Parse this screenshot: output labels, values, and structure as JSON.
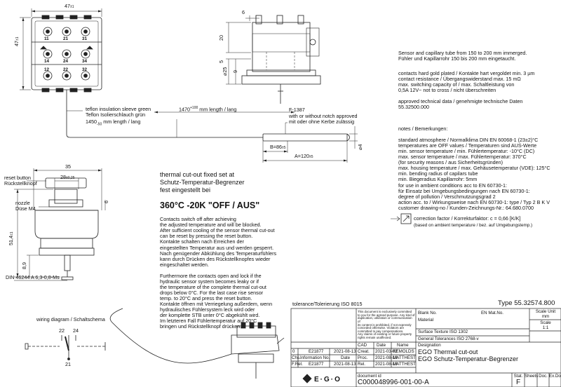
{
  "drawing_title": "",
  "dimensions": {
    "top_width": "47",
    "top_width_tol": "±1",
    "side_height": "47",
    "side_height_tol": "±1",
    "dim_6": "6",
    "dim_20": "20",
    "dim_5": "5",
    "dim_25": "25",
    "dim_9": "9",
    "dim_35": "35",
    "dim_28": "28",
    "dim_28_tol": "±0,25",
    "dim_6b": "6",
    "dim_51": "51,4",
    "dim_51_tol": "±1",
    "dim_89": "8,9",
    "dim_4": "4",
    "dim_B": "B=86",
    "dim_B_tol": "±5",
    "dim_A": "A=120",
    "dim_A_tol": "±5",
    "dim_phi": "⌀4"
  },
  "terminals": [
    "11",
    "21",
    "31",
    "14",
    "24",
    "34",
    "12",
    "22",
    "32"
  ],
  "capillary": {
    "length_prefix": "1470",
    "length_tol": "+100",
    "length_suffix": "mm length / lang",
    "sleeve_line1": "teflon insulation sleeve green",
    "sleeve_line2": "Teflon Isolierschlauch grün",
    "sleeve_len": "1450",
    "sleeve_tol": "-50",
    "sleeve_suffix": "mm length / lang",
    "f_code": "F-1387",
    "f_line1": "with or without notch approved",
    "f_line2": "mit oder ohne Kerbe zulässig"
  },
  "front_labels": {
    "reset_line1": "reset button",
    "reset_line2": "Rückstellknopf",
    "nozzle_line1": "nozzle",
    "nozzle_line2": "Düse M4",
    "din": "DIN 46244 A 6,3-0,8-Ms"
  },
  "cutout": {
    "title_line1": "thermal cut-out fixed set at",
    "title_line2": "Schutz-Temperatur-Begrenzer",
    "title_line3": "fest eingestellt bei",
    "setting": "360°C -20K \"OFF / AUS\"",
    "paragraph1": "Contacts switch off after achieving\nthe adjusted temperature and will be blocked.\nAfter sufficient cooling of the sensor thermal cut-out\ncan be reset by pressing the reset button.\nKontakte schalten nach Erreichen der\neingestellten Temperatur aus und werden gesperrt.\nNach genügender Abkühlung des Temperaturfühlers\nkann durch Drücken des Rückstellknopfes wieder\neingeschaltet werden.",
    "paragraph2": "Furthermore the contacts open and lock if the\nhydraulic sensor system becomes leaky or if\nthe temperature of the complete thermal cut-out\ndrops below 0°C. For the last case rise sensor\ntemp. to 20°C and press the reset button.\nKontakte öffnen mit Verriegelung außerdem, wenn\nhydraulisches Fühlersystem leck wird oder\nder komplette STB unter 0°C abgekühlt wird.\nIm letzteren Fall Fühlertemperatur auf 20°C\nbringen und Rückstellknopf drücken."
  },
  "wiring": {
    "title": "wiring diagram / Schaltschema",
    "t22": "22",
    "t24": "24",
    "t21": "21"
  },
  "right_notes": {
    "sensor": "Sensor and capillary tube from 150 to 200 mm immerged.\nFühler und Kapillarrohr 150 bis 200 mm eingetaucht.",
    "contacts": "contacts hard gold plated / Kontakte hart vergoldet min. 3 µm\ncontact resistance / Übergangswiderstand max. 15 mΩ\nmax. switching capacity of / max. Schaltleistung von\n0,5A 12V~ not to cross / nicht überschreiten",
    "approved": "approved technical data / genehmigte technische Daten\n55.32500.000",
    "notes_title": "notes / Bemerkungen:",
    "notes_body": "standard atmosphere / Normalklima DIN EN 60068-1 (23±2)°C\ntemperatures are OFF values / Temperaturen sind AUS-Werte\nmin. sensor temperature / min. Fühlertemperatur: -10°C (DC)\nmax. sensor temperature / max. Fühlertemperatur: 370°C\n(for security reasons / aus Sicherheitsgründen)\nmax. housing temperature / max. Gehäusetemperatur (VDE): 125°C\nmin. bending radius of capilars tube\nmin. Biegeradius Kapillarrohr: 5mm\nfor use in ambient conditions acc to EN 60730-1:\nfür Einsatz bei Umgebungsbedingungen nach EN 60730-1:\ndegree of pollution / Verschmutzungsgrad 2\naction acc. to / Wirkungsweise nach EN 60730-1: type / Typ 2 B K V\ncustomer drawing-no / Kunden-Zeichnungs-Nr.: 64.680.0700",
    "corr_line1": "correction factor / Korrekturfaktor: c = 0,66 [K/K]",
    "corr_line2": "(based on ambient temperature / bez. auf Umgebungstemp.)"
  },
  "title_block": {
    "tolerance": "tolerance/Tolerierung ISO 8015",
    "type": "Type 55.32574.800",
    "disclaimer": "This document is exclusively committed\nto you for the agreed purpose. Any kind of\nduplication, utilization or communication of\nits content is prohibited, if not expressly\nconceded otherwise. Violators are\ncommitted to pay compensations.\nAny claims of existing or future property\nrights remain unaffected.",
    "blank_no": "Blank No.",
    "material": "Material",
    "en_mat": "EN Mat.No.",
    "scale_unit_label": "Scale Unit",
    "scale_unit": "mm",
    "scale_label": "Scale",
    "scale": "1:1",
    "surface": "Surface Texture  ISO 1302",
    "gen_tol": "General Tolerances   ISO 2768-v",
    "designation_label": "Designation",
    "designation_en": "EGO Thermal cut-out",
    "designation_de": "EGO Schutz-Temperatur-Begrenzer",
    "cad": "CAD",
    "date": "Date",
    "name": "Name",
    "creat": "Creat.",
    "creat_date": "2021-03-02",
    "creat_name": "REMOLDS",
    "proc": "Proc.",
    "proc_date": "2021-08-13",
    "proc_name": "MATTHEST",
    "rel": "Rel.",
    "rel_date": "2021-08-13",
    "rel_name": "MATTHEST",
    "rev_rows": [
      {
        "a": "0",
        "b": "E21877",
        "c": "2021-08-13"
      },
      {
        "a": "Chs.",
        "b": "Information No.",
        "c": "Date"
      },
      {
        "a": "F.Rel.",
        "b": "E21877",
        "c": "2021-08-13"
      }
    ],
    "document_id": "document id",
    "doc_number": "C000048996-001-00-A",
    "stat_label": "Stat.",
    "stat": "F",
    "sheets": "Sheets",
    "doc": "Doc.",
    "ex_doc": "Ex.Doc.",
    "logo": "E·G·O"
  }
}
